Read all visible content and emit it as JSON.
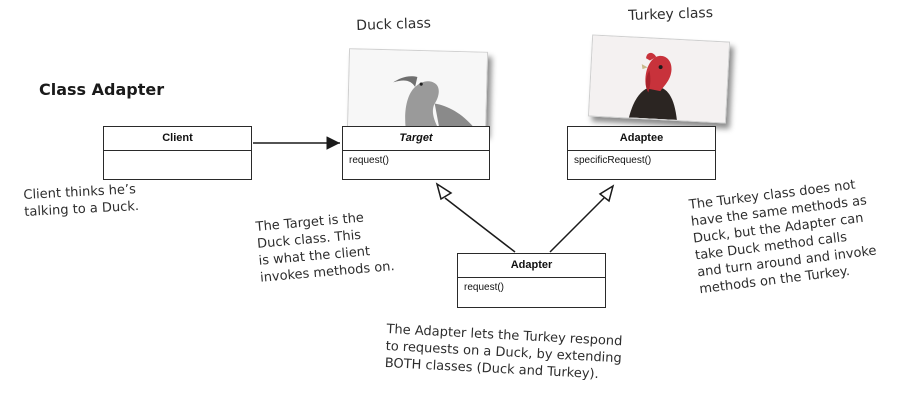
{
  "title": "Class Adapter",
  "captions": {
    "duck": "Duck class",
    "turkey": "Turkey class"
  },
  "classes": {
    "client": {
      "name": "Client",
      "operations": []
    },
    "target": {
      "name": "Target",
      "operations": [
        "request()"
      ]
    },
    "adaptee": {
      "name": "Adaptee",
      "operations": [
        "specificRequest()"
      ]
    },
    "adapter": {
      "name": "Adapter",
      "operations": [
        "request()"
      ]
    }
  },
  "notes": {
    "client": [
      "Client thinks he’s",
      "talking to a Duck."
    ],
    "target": [
      "The Target is the",
      "Duck class. This",
      "is what the client",
      "invokes methods on."
    ],
    "adapter": [
      "The Adapter lets the Turkey respond",
      "to requests on a Duck, by extending",
      "BOTH classes (Duck and Turkey)."
    ],
    "turkey": [
      "The Turkey class does not",
      "have the same methods as",
      "Duck, but the Adapter can",
      "take Duck method calls",
      "and turn around and invoke",
      "methods on the Turkey."
    ]
  },
  "colors": {
    "line": "#1a1a1a",
    "ink": "#2d2d2d",
    "turkey_head": "#c8323b"
  }
}
